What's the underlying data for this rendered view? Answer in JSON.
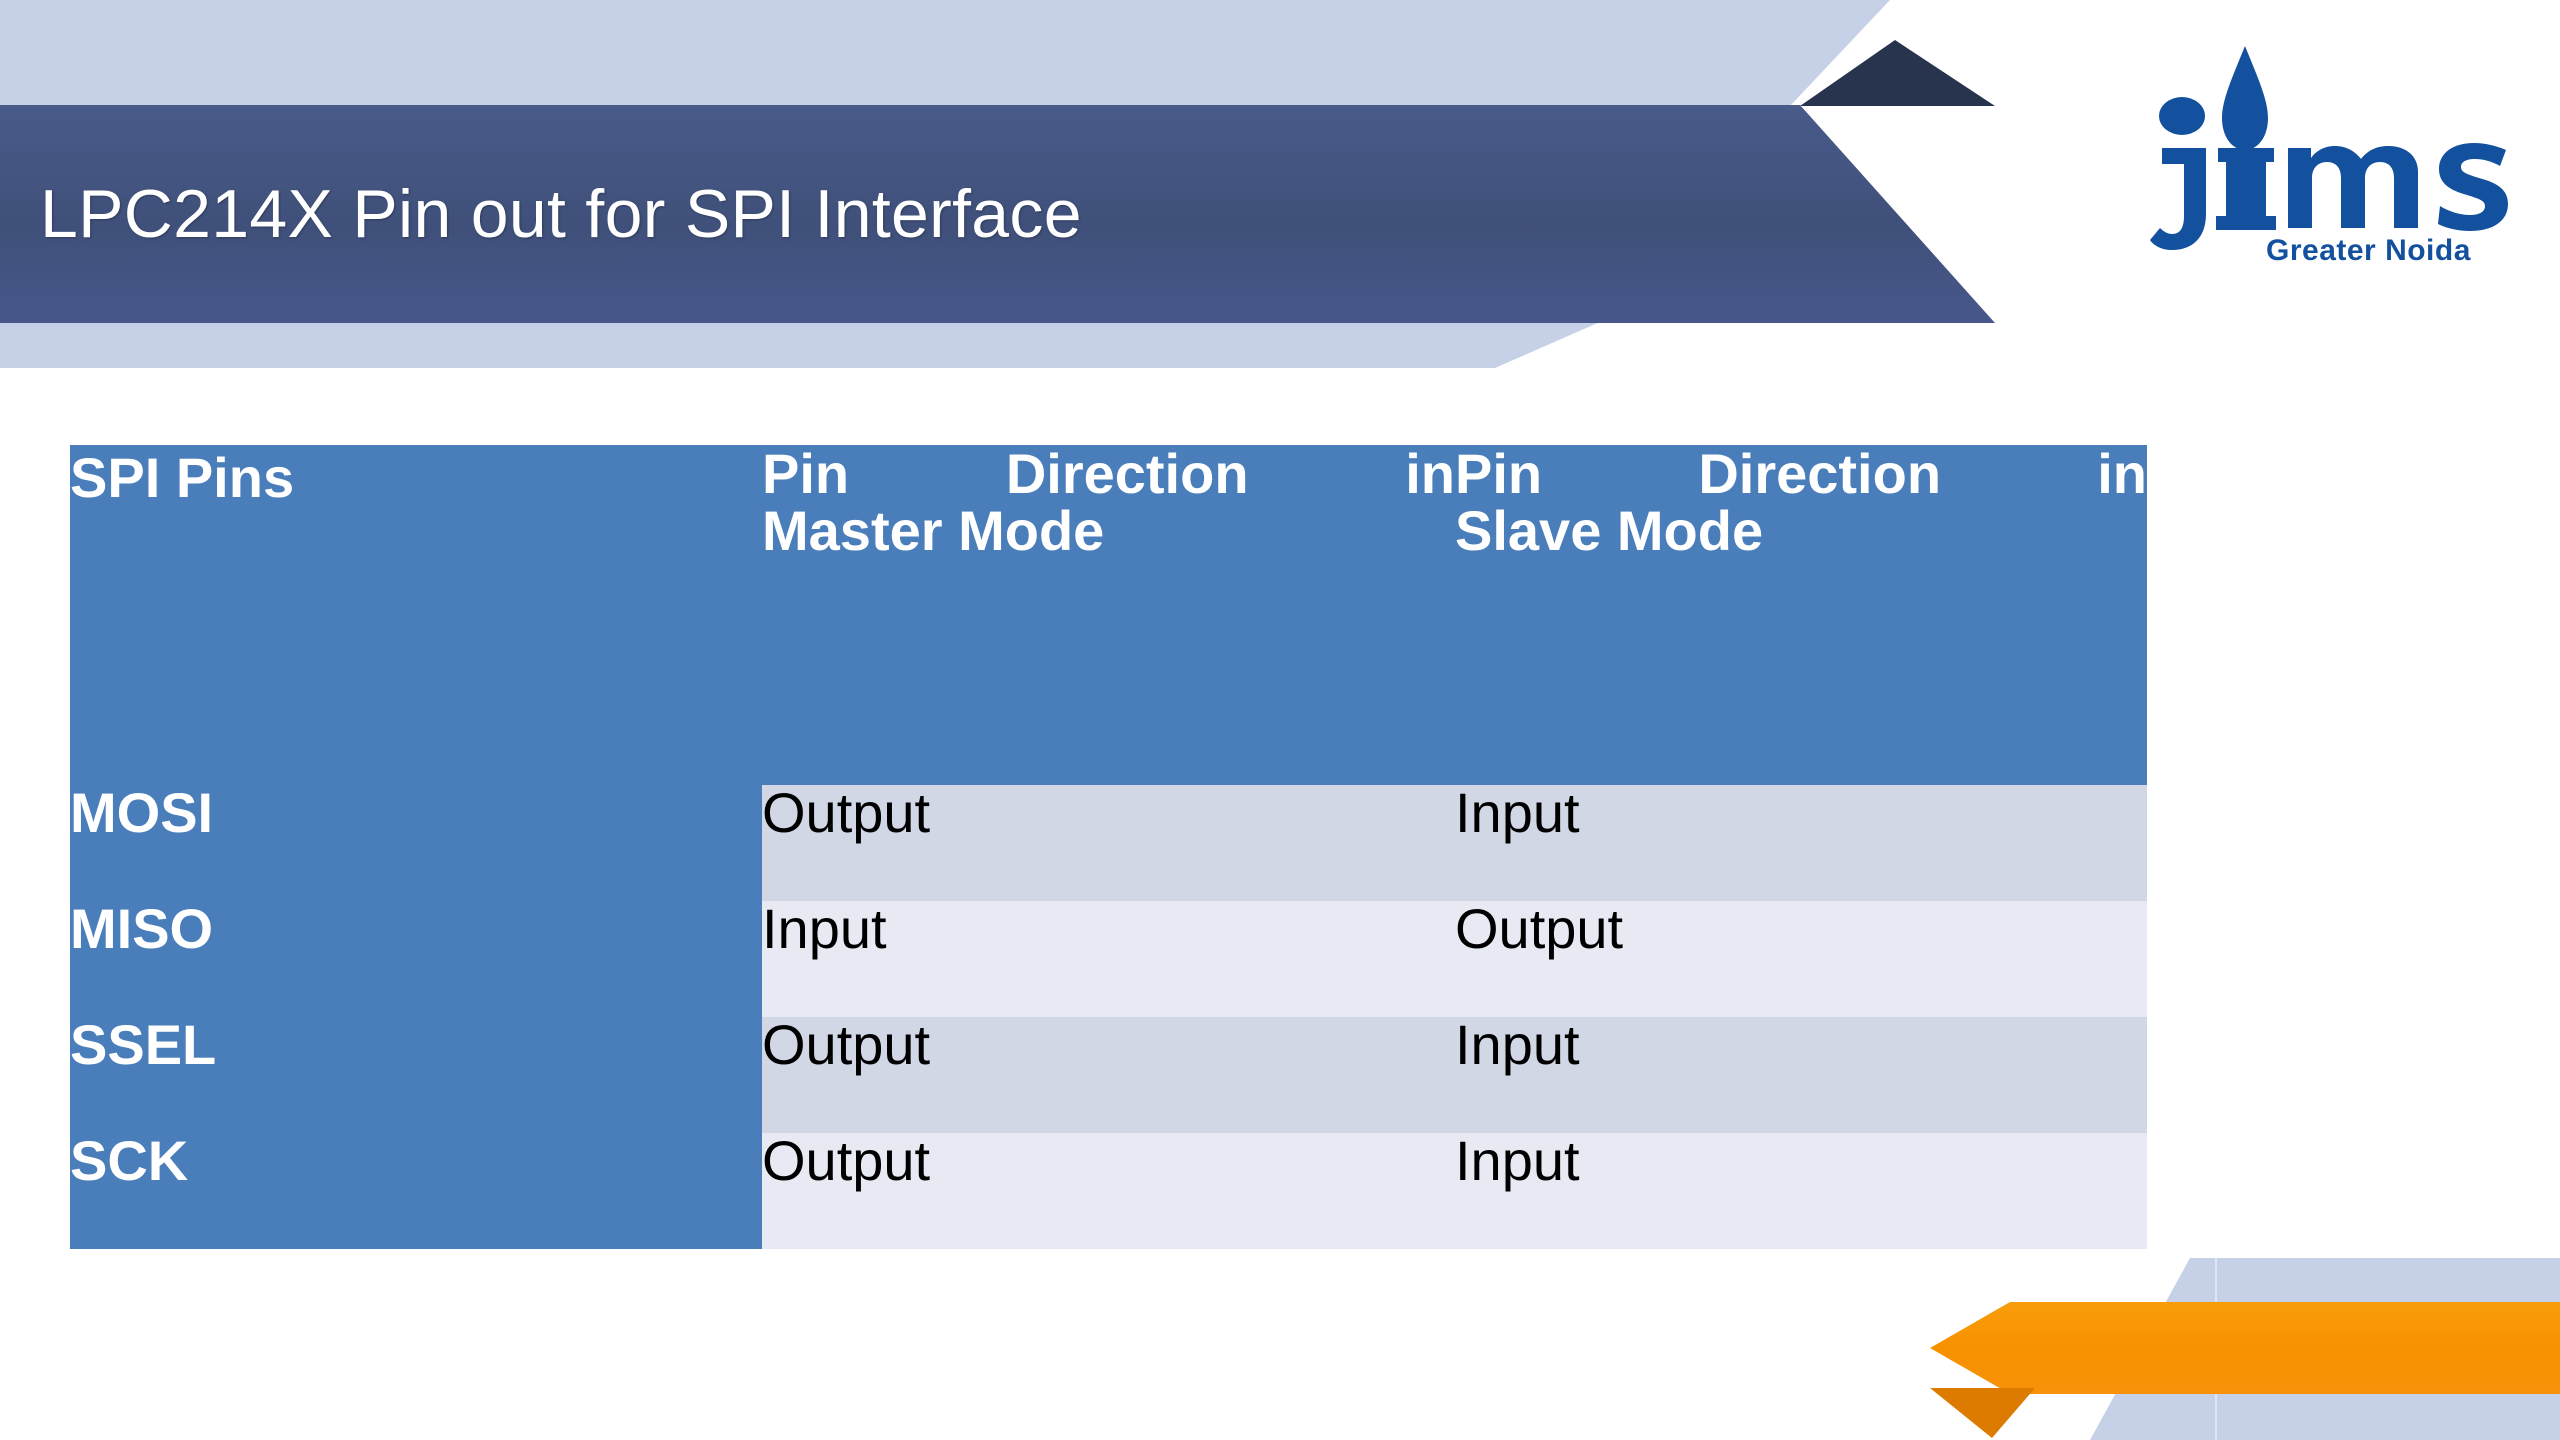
{
  "slide": {
    "title": "LPC214X Pin out for SPI Interface",
    "colors": {
      "title_bar": "#3f507a",
      "title_bar_shadow": "#28334e",
      "band_light_blue": "#c6d0e6",
      "table_header_blue": "#4a7ebb",
      "row_shade_dark": "#d2d7e6",
      "row_shade_light": "#e7eaf3",
      "accent_orange": "#f79100",
      "accent_orange_shadow": "#dd7a00",
      "logo_blue": "#13519f"
    }
  },
  "logo": {
    "wordmark": "jims",
    "tagline": "Greater Noida"
  },
  "table": {
    "headers": {
      "col1": "SPI Pins",
      "col2_line1": "Pin Direction in",
      "col2_line2": "Master Mode",
      "col3_line1": "Pin Direction in",
      "col3_line2": "Slave Mode",
      "col2_full": "Pin Direction in Master Mode",
      "col3_full": "Pin Direction in Slave Mode"
    },
    "rows": [
      {
        "pin": "MOSI",
        "master": "Output",
        "slave": "Input"
      },
      {
        "pin": "MISO",
        "master": "Input",
        "slave": "Output"
      },
      {
        "pin": "SSEL",
        "master": "Output",
        "slave": "Input"
      },
      {
        "pin": "SCK",
        "master": "Output",
        "slave": "Input"
      }
    ]
  }
}
